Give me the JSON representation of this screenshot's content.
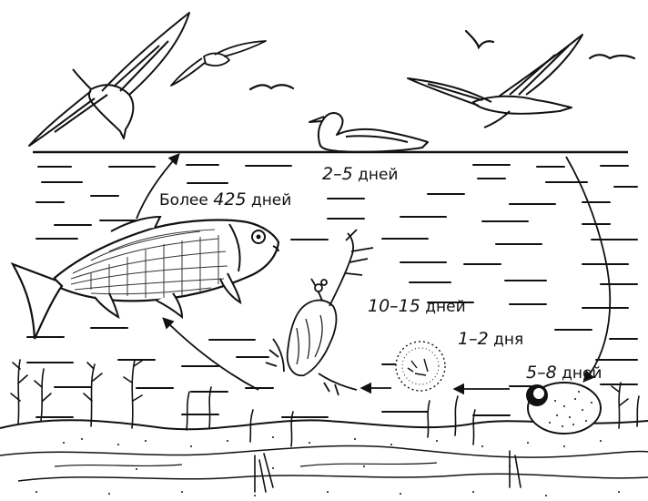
{
  "stages": {
    "surface": {
      "value": "2–5",
      "unit": "дней"
    },
    "fish": {
      "prefix": "Более",
      "value": "425",
      "unit": "дней"
    },
    "crustacean": {
      "value": "10–15",
      "unit": "дней"
    },
    "larva": {
      "value": "1–2",
      "unit": "дня"
    },
    "egg": {
      "value": "5–8",
      "unit": "дней"
    }
  }
}
